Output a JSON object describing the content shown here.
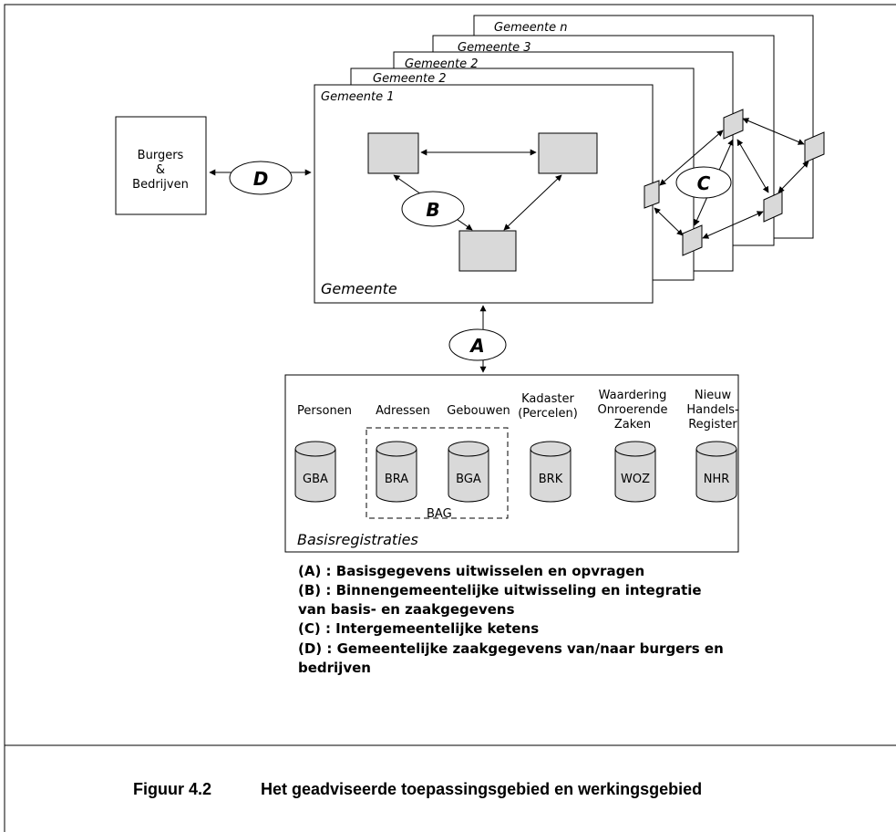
{
  "gemeente_stack": {
    "layers": [
      "Gemeente n",
      "Gemeente 3",
      "Gemeente 2"
    ],
    "front_title": "Gemeente 1",
    "front_footer": "Gemeente"
  },
  "burgers": {
    "line1": "Burgers",
    "line2": "&",
    "line3": "Bedrijven"
  },
  "ovals": {
    "a": "A",
    "b": "B",
    "c": "C",
    "d": "D"
  },
  "basis": {
    "footer": "Basisregistraties",
    "bag_label": "BAG",
    "registers": [
      {
        "title_lines": [
          "Personen"
        ],
        "code": "GBA"
      },
      {
        "title_lines": [
          "Adressen"
        ],
        "code": "BRA"
      },
      {
        "title_lines": [
          "Gebouwen"
        ],
        "code": "BGA"
      },
      {
        "title_lines": [
          "Kadaster",
          "(Percelen)"
        ],
        "code": "BRK"
      },
      {
        "title_lines": [
          "Waardering",
          "Onroerende",
          "Zaken"
        ],
        "code": "WOZ"
      },
      {
        "title_lines": [
          "Nieuw",
          "Handels-",
          "Register"
        ],
        "code": "NHR"
      }
    ]
  },
  "legend": [
    "(A) : Basisgegevens uitwisselen en opvragen",
    "(B) : Binnengemeentelijke uitwisseling en integratie",
    "van basis- en zaakgegevens",
    "(C) : Intergemeentelijke ketens",
    "(D) : Gemeentelijke zaakgegevens van/naar burgers en",
    "bedrijven"
  ],
  "caption": {
    "number": "Figuur 4.2",
    "text": "Het geadviseerde toepassingsgebied en werkingsgebied"
  },
  "colors": {
    "box_fill": "#d9d9d9",
    "stroke": "#000000"
  }
}
